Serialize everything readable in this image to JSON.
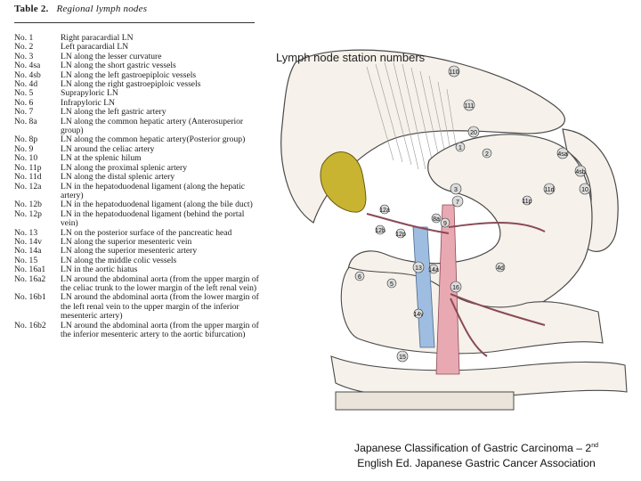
{
  "table": {
    "number": "Table 2.",
    "title": "Regional lymph nodes",
    "rows": [
      {
        "no": "No. 1",
        "desc": "Right paracardial LN"
      },
      {
        "no": "No. 2",
        "desc": "Left paracardial LN"
      },
      {
        "no": "No. 3",
        "desc": "LN along the lesser curvature"
      },
      {
        "no": "No. 4sa",
        "desc": "LN along the short gastric vessels"
      },
      {
        "no": "No. 4sb",
        "desc": "LN along the left gastroepiploic vessels"
      },
      {
        "no": "No. 4d",
        "desc": "LN along the right gastroepiploic vessels"
      },
      {
        "no": "No. 5",
        "desc": "Suprapyloric LN"
      },
      {
        "no": "No. 6",
        "desc": "Infrapyloric LN"
      },
      {
        "no": "No. 7",
        "desc": "LN along the left gastric artery"
      },
      {
        "no": "No. 8a",
        "desc": "LN along the common hepatic artery (Anterosuperior group)"
      },
      {
        "no": "No. 8p",
        "desc": "LN along the common hepatic artery(Posterior group)"
      },
      {
        "no": "No. 9",
        "desc": "LN around the celiac artery"
      },
      {
        "no": "No. 10",
        "desc": "LN at the splenic hilum"
      },
      {
        "no": "No. 11p",
        "desc": "LN along the proximal splenic artery"
      },
      {
        "no": "No. 11d",
        "desc": "LN along the distal splenic artery"
      },
      {
        "no": "No. 12a",
        "desc": "LN in the hepatoduodenal ligament (along the hepatic artery)"
      },
      {
        "no": "No. 12b",
        "desc": "LN in the hepatoduodenal ligament (along the bile duct)"
      },
      {
        "no": "No. 12p",
        "desc": "LN in the hepatoduodenal ligament (behind the portal vein)"
      },
      {
        "no": "No. 13",
        "desc": "LN on the posterior surface of the pancreatic head"
      },
      {
        "no": "No. 14v",
        "desc": "LN along the superior mesenteric vein"
      },
      {
        "no": "No. 14a",
        "desc": "LN along the superior mesenteric artery"
      },
      {
        "no": "No. 15",
        "desc": "LN along the middle colic vessels"
      },
      {
        "no": "No. 16a1",
        "desc": "LN in the aortic hiatus"
      },
      {
        "no": "No. 16a2",
        "desc": "LN around the abdominal aorta (from the upper margin of the celiac trunk to the lower margin of the left renal vein)"
      },
      {
        "no": "No. 16b1",
        "desc": "LN around the abdominal aorta (from the lower margin of the left renal vein to the upper margin of the inferior mesenteric artery)"
      },
      {
        "no": "No. 16b2",
        "desc": "LN around the abdominal aorta (from the upper margin of the inferior mesenteric artery to the aortic bifurcation)"
      }
    ]
  },
  "figure": {
    "title": "Lymph node station numbers",
    "station_labels": [
      "110",
      "111",
      "20",
      "1",
      "2",
      "4sa",
      "4sb",
      "10",
      "11d",
      "11p",
      "3",
      "7",
      "8a",
      "9",
      "12a",
      "12b",
      "12p",
      "13",
      "5",
      "6",
      "14a",
      "14v",
      "15",
      "16",
      "4d"
    ],
    "colors": {
      "gallbladder": "#c9b431",
      "aorta_vessel": "#e9a9b3",
      "portal_vein": "#9fbde0",
      "organ_fill": "#f6f1ea",
      "outline": "#4a4a4a"
    }
  },
  "caption": {
    "line1_pre": "Japanese Classification of Gastric Carcinoma – 2",
    "line1_sup": "nd",
    "line2": "English Ed. Japanese Gastric Cancer Association"
  }
}
